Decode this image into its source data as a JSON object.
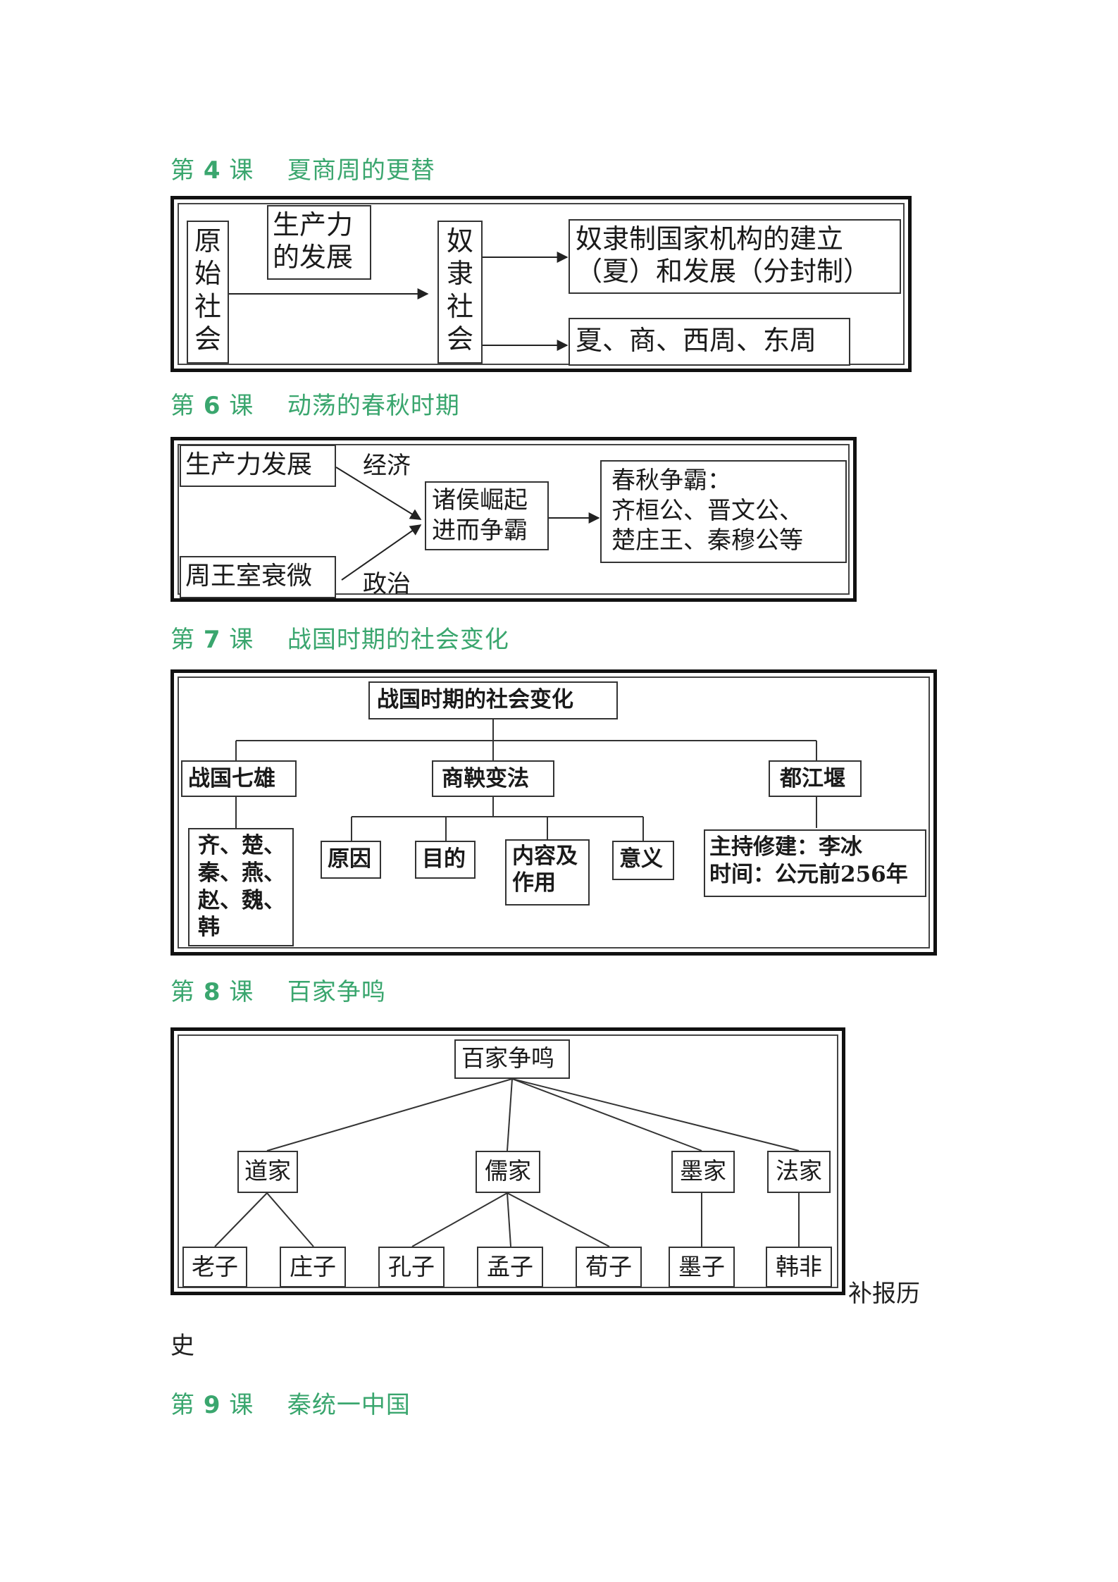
{
  "lesson4": {
    "prefix": "第",
    "num": "4",
    "suffix": "课",
    "title": "夏商周的更替",
    "primitive": "原始社会",
    "productivity": "生产力的发展",
    "slave": "奴隶社会",
    "state_line1": "奴隶制国家机构的建立",
    "state_line2": "（夏）和发展（分封制）",
    "dynasties": "夏、商、西周、东周"
  },
  "lesson6": {
    "prefix": "第",
    "num": "6",
    "suffix": "课",
    "title": "动荡的春秋时期",
    "productivity": "生产力发展",
    "zhou": "周王室衰微",
    "economy": "经济",
    "politics": "政治",
    "rise_line1": "诸侯崛起",
    "rise_line2": "进而争霸",
    "hegemony_line1": "春秋争霸：",
    "hegemony_line2": "齐桓公、晋文公、",
    "hegemony_line3": "楚庄王、秦穆公等"
  },
  "lesson7": {
    "prefix": "第",
    "num": "7",
    "suffix": "课",
    "title": "战国时期的社会变化",
    "root": "战国时期的社会变化",
    "seven": "战国七雄",
    "reform": "商鞅变法",
    "dujiangyan": "都江堰",
    "states_line1": "齐、楚、",
    "states_line2": "秦、燕、",
    "states_line3": "赵、魏、",
    "states_line4": "韩",
    "cause": "原因",
    "purpose": "目的",
    "content_line1": "内容及",
    "content_line2": "作用",
    "meaning": "意义",
    "dj_line1": "主持修建：李冰",
    "dj_line2": "时间：公元前256年"
  },
  "lesson8": {
    "prefix": "第",
    "num": "8",
    "suffix": "课",
    "title": "百家争鸣",
    "root": "百家争鸣",
    "daoist": "道家",
    "confucian": "儒家",
    "mohist": "墨家",
    "legalist": "法家",
    "laozi": "老子",
    "zhuangzi": "庄子",
    "kongzi": "孔子",
    "mengzi": "孟子",
    "xunzi": "荀子",
    "mozi": "墨子",
    "hanfei": "韩非",
    "trail": "补报历",
    "trail2": "史"
  },
  "lesson9": {
    "prefix": "第",
    "num": "9",
    "suffix": "课",
    "title": "秦统一中国"
  }
}
